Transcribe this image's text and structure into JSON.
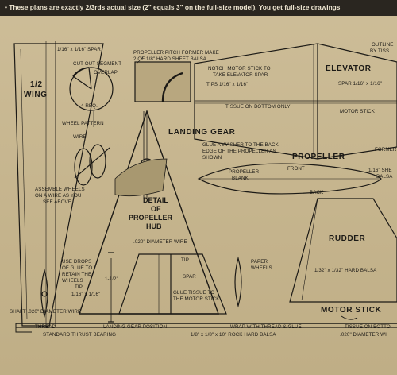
{
  "header": {
    "text": "• These plans are exactly 2/3rds actual size (2\" equals 3\" on the full-size model).  You get full-size drawings"
  },
  "wing": {
    "spar_label": "1/16\" x 1/16\" SPAR",
    "title_line1": "1/2",
    "title_line2": "WING",
    "tip_line1": "TIP",
    "tip_line2": "1/16\" x 1/16\"",
    "shaft_label": "SHAFT .020\" DIAMETER WIRE",
    "use_drops": [
      "USE DROPS",
      "OF GLUE TO",
      "RETAIN THE",
      "WHEELS"
    ],
    "assemble": [
      "ASSEMBLE WHEELS",
      "ON A WIRE AS YOU",
      "SEE ABOVE"
    ]
  },
  "wheel": {
    "cut_out": "CUT OUT SEGMENT",
    "overlap": "OVERLAP",
    "req": "4 REQ.",
    "pattern": "WHEEL PATTERN",
    "wire": "WIRE"
  },
  "pitch_former": {
    "line1": "PROPELLER PITCH FORMER MAKE",
    "line2": "2 OF 1/8\" HARD SHEET BALSA"
  },
  "hub": {
    "line1": "DETAIL",
    "line2": "OF",
    "line3": "PROPELLER",
    "line4": "HUB"
  },
  "landing_gear": {
    "title": "LANDING GEAR",
    "wire": ".020\" DIAMETER WIRE",
    "tip": "TIP",
    "spar": "SPAR",
    "height": "1-1/2\"",
    "glue_tissue": [
      "GLUE TISSUE TO",
      "THE MOTOR STICK"
    ],
    "paper_wheels": [
      "PAPER",
      "WHEELS"
    ],
    "position": "LANDING GEAR POSITION"
  },
  "elevator": {
    "title": "ELEVATOR",
    "notch": [
      "NOTCH MOTOR STICK TO",
      "TAKE ELEVATOR SPAR"
    ],
    "tips": "TIPS 1/16\" x 1/16\"",
    "spar": "SPAR 1/16\" x 1/16\"",
    "tissue": "TISSUE ON BOTTOM ONLY",
    "motor_stick": "MOTOR  STICK",
    "outline": [
      "OUTLINE",
      "BY TISS"
    ]
  },
  "propeller": {
    "title": "PROPELLER",
    "glue_washer": [
      "GLUE A WASHER TO THE BACK",
      "EDGE OF THE PROPELLER AS",
      "SHOWN"
    ],
    "blank": [
      "PROPELLER",
      "BLANK"
    ],
    "front": "FRONT",
    "back": "BACK",
    "former": "FORMER",
    "sheet": [
      "1/16\" SHE",
      "BALSA"
    ]
  },
  "rudder": {
    "title": "RUDDER",
    "balsa": "1/32\" x 1/32\" HARD BALSA"
  },
  "motor_stick": {
    "title": "MOTOR STICK",
    "balsa": "1/8\" x 1/8\" x 10\" ROCK HARD BALSA",
    "wrap": "WRAP WITH THREAD & GLUE",
    "tissue_bottom": "TISSUE ON BOTTO",
    "wire_dia": ".020\" DIAMETER WI"
  },
  "bottom": {
    "thread": "THREAD",
    "bearing": "STANDARD THRUST BEARING"
  },
  "colors": {
    "paper": "#c8b791",
    "ink": "#1c1a16",
    "header": "#2a2620",
    "wood": "#a89870"
  }
}
